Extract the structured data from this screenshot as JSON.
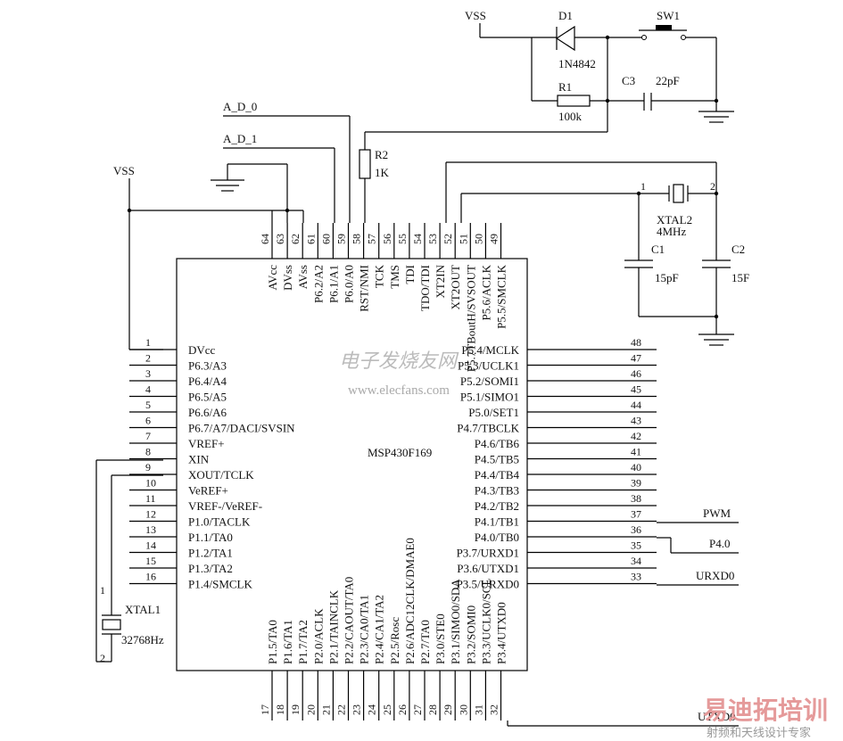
{
  "chip": {
    "name": "MSP430F169"
  },
  "pins_left": [
    {
      "num": "1",
      "label": "DVcc"
    },
    {
      "num": "2",
      "label": "P6.3/A3"
    },
    {
      "num": "3",
      "label": "P6.4/A4"
    },
    {
      "num": "4",
      "label": "P6.5/A5"
    },
    {
      "num": "5",
      "label": "P6.6/A6"
    },
    {
      "num": "6",
      "label": "P6.7/A7/DACI/SVSIN"
    },
    {
      "num": "7",
      "label": "VREF+"
    },
    {
      "num": "8",
      "label": "XIN"
    },
    {
      "num": "9",
      "label": "XOUT/TCLK"
    },
    {
      "num": "10",
      "label": "VeREF+"
    },
    {
      "num": "11",
      "label": "VREF-/VeREF-"
    },
    {
      "num": "12",
      "label": "P1.0/TACLK"
    },
    {
      "num": "13",
      "label": "P1.1/TA0"
    },
    {
      "num": "14",
      "label": "P1.2/TA1"
    },
    {
      "num": "15",
      "label": "P1.3/TA2"
    },
    {
      "num": "16",
      "label": "P1.4/SMCLK"
    }
  ],
  "pins_right": [
    {
      "num": "48",
      "label": "P5.4/MCLK"
    },
    {
      "num": "47",
      "label": "P5.3/UCLK1"
    },
    {
      "num": "46",
      "label": "P5.2/SOMI1"
    },
    {
      "num": "45",
      "label": "P5.1/SIMO1"
    },
    {
      "num": "44",
      "label": "P5.0/SET1"
    },
    {
      "num": "43",
      "label": "P4.7/TBCLK"
    },
    {
      "num": "42",
      "label": "P4.6/TB6"
    },
    {
      "num": "41",
      "label": "P4.5/TB5"
    },
    {
      "num": "40",
      "label": "P4.4/TB4"
    },
    {
      "num": "39",
      "label": "P4.3/TB3"
    },
    {
      "num": "38",
      "label": "P4.2/TB2"
    },
    {
      "num": "37",
      "label": "P4.1/TB1"
    },
    {
      "num": "36",
      "label": "P4.0/TB0"
    },
    {
      "num": "35",
      "label": "P3.7/URXD1"
    },
    {
      "num": "34",
      "label": "P3.6/UTXD1"
    },
    {
      "num": "33",
      "label": "P3.5/URXD0"
    }
  ],
  "pins_top": [
    {
      "num": "64",
      "label": "AVcc"
    },
    {
      "num": "63",
      "label": "DVss"
    },
    {
      "num": "62",
      "label": "AVss"
    },
    {
      "num": "61",
      "label": "P6.2/A2"
    },
    {
      "num": "60",
      "label": "P6.1/A1"
    },
    {
      "num": "59",
      "label": "P6.0/A0"
    },
    {
      "num": "58",
      "label": "RST/NMI"
    },
    {
      "num": "57",
      "label": "TCK"
    },
    {
      "num": "56",
      "label": "TMS"
    },
    {
      "num": "55",
      "label": "TDI"
    },
    {
      "num": "54",
      "label": "TDO/TDI"
    },
    {
      "num": "53",
      "label": "XT2IN"
    },
    {
      "num": "52",
      "label": "XT2OUT"
    },
    {
      "num": "51",
      "label": "P5.7TBoutH/SVSOUT"
    },
    {
      "num": "50",
      "label": "P5.6/ACLK"
    },
    {
      "num": "49",
      "label": "P5.5/SMCLK"
    }
  ],
  "pins_bottom": [
    {
      "num": "17",
      "label": "P1.5/TA0"
    },
    {
      "num": "18",
      "label": "P1.6/TA1"
    },
    {
      "num": "19",
      "label": "P1.7/TA2"
    },
    {
      "num": "20",
      "label": "P2.0/ACLK"
    },
    {
      "num": "21",
      "label": "P2.1/TAINCLK"
    },
    {
      "num": "22",
      "label": "P2.2/CAOUT/TA0"
    },
    {
      "num": "23",
      "label": "P2.3/CA0/TA1"
    },
    {
      "num": "24",
      "label": "P2.4/CA1/TA2"
    },
    {
      "num": "25",
      "label": "P2.5/Rosc"
    },
    {
      "num": "26",
      "label": "P2.6/ADC12CLK/DMAE0"
    },
    {
      "num": "27",
      "label": "P2.7/TA0"
    },
    {
      "num": "28",
      "label": "P3.0/STE0"
    },
    {
      "num": "29",
      "label": "P3.1/SIMO0/SDA"
    },
    {
      "num": "30",
      "label": "P3.2/SOMI0"
    },
    {
      "num": "31",
      "label": "P3.3/UCLK0/SCL"
    },
    {
      "num": "32",
      "label": "P3.4/UTXD0"
    }
  ],
  "components": {
    "vss_top": "VSS",
    "vss_left": "VSS",
    "d1_ref": "D1",
    "d1_val": "1N4842",
    "sw1_ref": "SW1",
    "r1_ref": "R1",
    "r1_val": "100k",
    "c3_ref": "C3",
    "c3_val": "22pF",
    "r2_ref": "R2",
    "r2_val": "1K",
    "xtal2_ref": "XTAL2",
    "xtal2_val": "4MHz",
    "xtal2_pin1": "1",
    "xtal2_pin2": "2",
    "c1_ref": "C1",
    "c1_val": "15pF",
    "c2_ref": "C2",
    "c2_val": "15F",
    "xtal1_ref": "XTAL1",
    "xtal1_val": "32768Hz",
    "xtal1_pin1": "1",
    "xtal1_pin2": "2"
  },
  "nets": {
    "a_d_0": "A_D_0",
    "a_d_1": "A_D_1",
    "pwm": "PWM",
    "p40": "P4.0",
    "urxd0": "URXD0",
    "utxd0": "UTXD0"
  },
  "watermark": {
    "site_cn": "电子发烧友网",
    "site_url": "www.elecfans.com",
    "brand_cn": "易迪拓培训",
    "brand_sub": "射频和天线设计专家"
  }
}
